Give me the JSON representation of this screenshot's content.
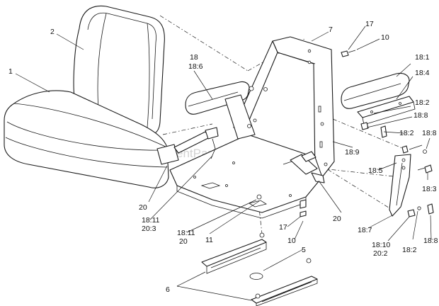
{
  "watermark": "eReplacementParts.com",
  "colors": {
    "line": "#1a1a1a",
    "background": "#ffffff",
    "watermark": "#c9c9c9"
  },
  "callouts": {
    "c1": "1",
    "c2": "2",
    "c5": "5",
    "c6": "6",
    "c7": "7",
    "c10a": "10",
    "c10b": "10",
    "c11": "11",
    "c17a": "17",
    "c17b": "17",
    "c18_18_6_a": "18",
    "c18_18_6_b": "18:6",
    "c18_1": "18:1",
    "c18_4": "18:4",
    "c18_2a": "18:2",
    "c18_8a": "18:8",
    "c18_2b": "18:2",
    "c18_8b": "18:8",
    "c18_9": "18:9",
    "c18_5": "18:5",
    "c18_3": "18:3",
    "c18_7": "18:7",
    "c18_10": "18:10",
    "c20_2": "20:2",
    "c18_2c": "18:2",
    "c18_8c": "18:8",
    "c20a": "20",
    "c20b": "20",
    "c18_11a": "18:11",
    "c20_3": "20:3",
    "c18_11b": "18:11",
    "c20c": "20"
  }
}
